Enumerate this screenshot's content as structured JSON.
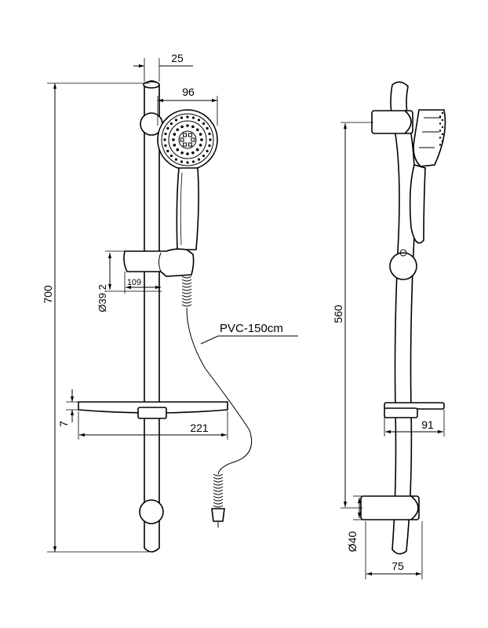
{
  "front_view": {
    "dims": {
      "total_height": "700",
      "rail_diameter_top": "25",
      "head_width": "96",
      "bracket_dia": "Ø39.2",
      "bracket_depth": "109",
      "shelf_thickness": "7",
      "shelf_width": "221"
    },
    "hose_label": "PVC-150cm"
  },
  "side_view": {
    "dims": {
      "bracket_spacing": "560",
      "shelf_depth": "91",
      "bracket_dia": "Ø40",
      "bracket_depth": "75"
    }
  }
}
